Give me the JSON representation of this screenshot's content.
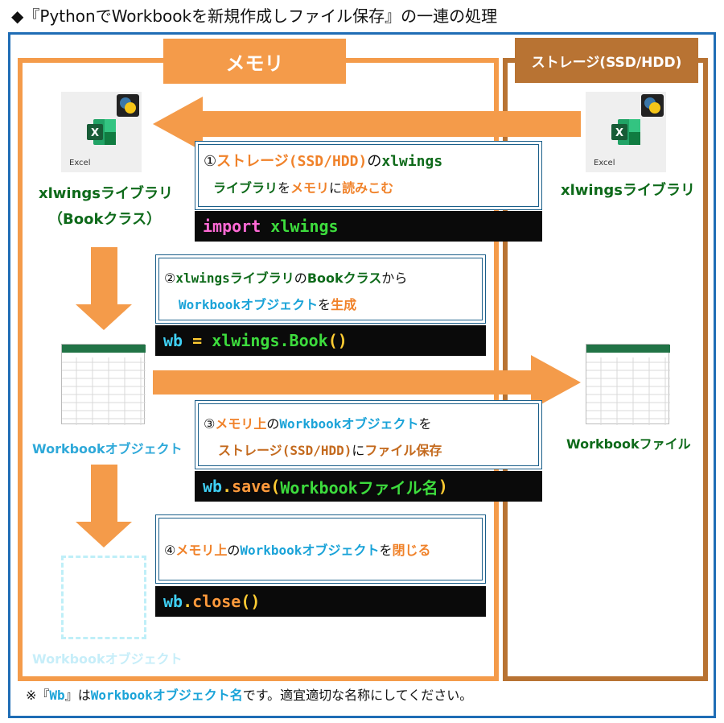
{
  "title": "◆『PythonでWorkbookを新規作成しファイル保存』の一連の処理",
  "memory_header": "メモリ",
  "storage_header": "ストレージ(SSD/HDD)",
  "excel_caption": "Excel",
  "left_library": {
    "line1": "xlwingsライブラリ",
    "line2": "（Bookクラス）"
  },
  "right_library": "xlwingsライブラリ",
  "workbook_object": "Workbookオブジェクト",
  "workbook_file": "Workbookファイル",
  "ghost_object": "Workbookオブジェクト",
  "steps": [
    {
      "parts": [
        {
          "t": "①",
          "c": ""
        },
        {
          "t": "ストレージ",
          "c": "c-orange"
        },
        {
          "t": "(SSD/HDD)",
          "c": "c-orange mono"
        },
        {
          "t": "の",
          "c": ""
        },
        {
          "t": "xlwings",
          "c": "c-green mono"
        }
      ],
      "parts2": [
        {
          "t": "ライブラリ",
          "c": "c-green"
        },
        {
          "t": "を",
          "c": ""
        },
        {
          "t": "メモリ",
          "c": "c-orange"
        },
        {
          "t": "に",
          "c": ""
        },
        {
          "t": "読みこむ",
          "c": "c-orange"
        }
      ],
      "code": [
        {
          "t": "import",
          "c": "k-pink"
        },
        {
          "t": " ",
          "c": ""
        },
        {
          "t": "xlwings",
          "c": "k-green"
        }
      ]
    },
    {
      "parts": [
        {
          "t": "②",
          "c": ""
        },
        {
          "t": "xlwings",
          "c": "c-green mono"
        },
        {
          "t": "ライブラリ",
          "c": "c-green"
        },
        {
          "t": "の",
          "c": ""
        },
        {
          "t": "Book",
          "c": "c-green"
        },
        {
          "t": "クラス",
          "c": "c-green"
        },
        {
          "t": "から",
          "c": ""
        }
      ],
      "parts2": [
        {
          "t": "Workbook",
          "c": "c-blue mono"
        },
        {
          "t": "オブジェクト",
          "c": "c-blue"
        },
        {
          "t": "を",
          "c": ""
        },
        {
          "t": "生成",
          "c": "c-orange"
        }
      ],
      "code": [
        {
          "t": "wb",
          "c": "k-cyan"
        },
        {
          "t": " = ",
          "c": "k-yellow"
        },
        {
          "t": "xlwings.Book",
          "c": "k-green"
        },
        {
          "t": "()",
          "c": "k-yellow"
        }
      ]
    },
    {
      "parts": [
        {
          "t": "③",
          "c": ""
        },
        {
          "t": "メモリ上",
          "c": "c-orange"
        },
        {
          "t": "の",
          "c": ""
        },
        {
          "t": "Workbook",
          "c": "c-blue mono"
        },
        {
          "t": "オブジェクト",
          "c": "c-blue"
        },
        {
          "t": "を",
          "c": ""
        }
      ],
      "parts2": [
        {
          "t": "ストレージ",
          "c": "c-brown"
        },
        {
          "t": "(SSD/HDD)",
          "c": "c-brown mono"
        },
        {
          "t": "に",
          "c": ""
        },
        {
          "t": "ファイル保存",
          "c": "c-brown"
        }
      ],
      "code": [
        {
          "t": "wb",
          "c": "k-cyan"
        },
        {
          "t": ".",
          "c": "k-yellow"
        },
        {
          "t": "save",
          "c": "k-orange"
        },
        {
          "t": "(",
          "c": "k-yellow"
        },
        {
          "t": "Workbookファイル名",
          "c": "k-green"
        },
        {
          "t": ")",
          "c": "k-yellow"
        }
      ]
    },
    {
      "parts": [
        {
          "t": "④",
          "c": ""
        },
        {
          "t": "メモリ上",
          "c": "c-orange"
        },
        {
          "t": "の",
          "c": ""
        },
        {
          "t": "Workbook",
          "c": "c-blue mono"
        },
        {
          "t": "オブジェクト",
          "c": "c-blue"
        },
        {
          "t": "を",
          "c": ""
        },
        {
          "t": "閉じる",
          "c": "c-orange"
        }
      ],
      "parts2": [],
      "code": [
        {
          "t": "wb",
          "c": "k-cyan"
        },
        {
          "t": ".",
          "c": "k-yellow"
        },
        {
          "t": "close",
          "c": "k-orange"
        },
        {
          "t": "()",
          "c": "k-yellow"
        }
      ]
    }
  ],
  "footnote": [
    {
      "t": "※『",
      "c": ""
    },
    {
      "t": "Wb",
      "c": "c-blue mono"
    },
    {
      "t": "』は",
      "c": ""
    },
    {
      "t": "Workbook",
      "c": "c-blue mono"
    },
    {
      "t": "オブジェクト名",
      "c": "c-blue"
    },
    {
      "t": "です。適宜適切な名称にしてください。",
      "c": ""
    }
  ],
  "colors": {
    "memory": "#f49b4a",
    "storage": "#b87333",
    "frame": "#1f6db5",
    "green": "#0e6a1a",
    "blue": "#1aa3d8"
  }
}
